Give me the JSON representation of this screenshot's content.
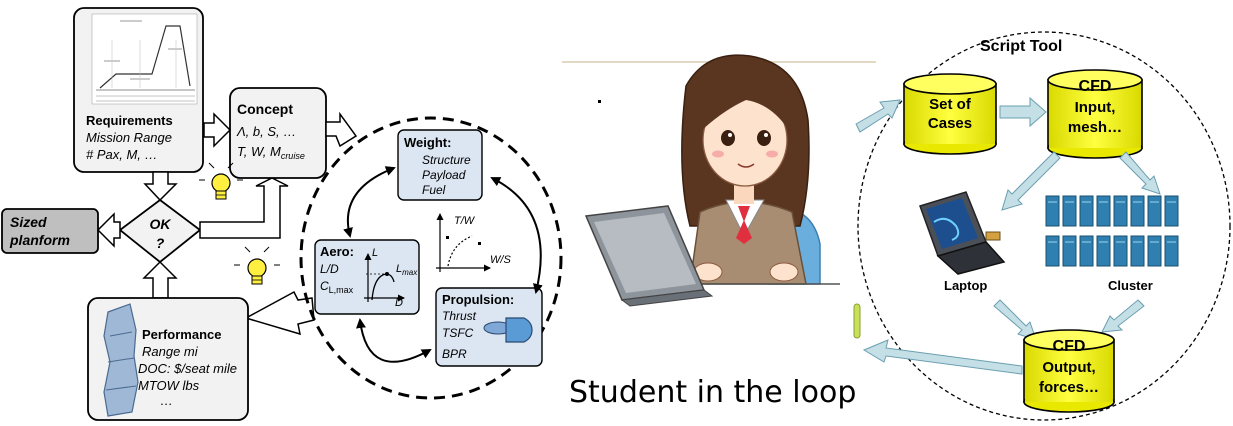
{
  "design_loop": {
    "requirements": {
      "title": "Requirements",
      "line1": "Mission Range",
      "line2": "# Pax, M, …"
    },
    "concept": {
      "title": "Concept",
      "line1": "Λ, b, S, …",
      "line2": "T, W, M",
      "line2_sub": "cruise"
    },
    "decision": {
      "line1": "OK",
      "line2": "?"
    },
    "sized": {
      "line1": "Sized",
      "line2": "planform"
    },
    "weight": {
      "title": "Weight:",
      "items": [
        "Structure",
        "Payload",
        "Fuel"
      ]
    },
    "aero": {
      "title": "Aero:",
      "line1": "L/D",
      "line2": "C",
      "line2_sub": "L,max",
      "plot_y": "L",
      "plot_x": "D",
      "plot_marker": "L",
      "plot_marker_sub": "max"
    },
    "tw_plot": {
      "y": "T/W",
      "x": "W/S"
    },
    "propulsion": {
      "title": "Propulsion:",
      "items": [
        "Thrust",
        "TSFC",
        "BPR"
      ]
    },
    "performance": {
      "title": "Performance",
      "items": [
        "Range mi",
        "DOC: $/seat mile",
        "MTOW lbs",
        "…"
      ]
    }
  },
  "caption": "Student in the loop",
  "script_tool": {
    "title": "Script Tool",
    "set_of_cases": {
      "line1": "Set of",
      "line2": "Cases"
    },
    "cfd_input": {
      "line1": "CFD",
      "line2": "Input,",
      "line3": "mesh…"
    },
    "laptop_label": "Laptop",
    "cluster_label": "Cluster",
    "cfd_output": {
      "line1": "CFD",
      "line2": "Output,",
      "line3": "forces…"
    }
  },
  "colors": {
    "box_fill": "#f2f2f2",
    "subbox_fill": "#dce6f2",
    "sized_fill": "#bfbfbf",
    "cylinder_fill": "#ffff00",
    "arrow_fill": "#c5dfe7",
    "blade_fill": "#9fb8d6"
  }
}
